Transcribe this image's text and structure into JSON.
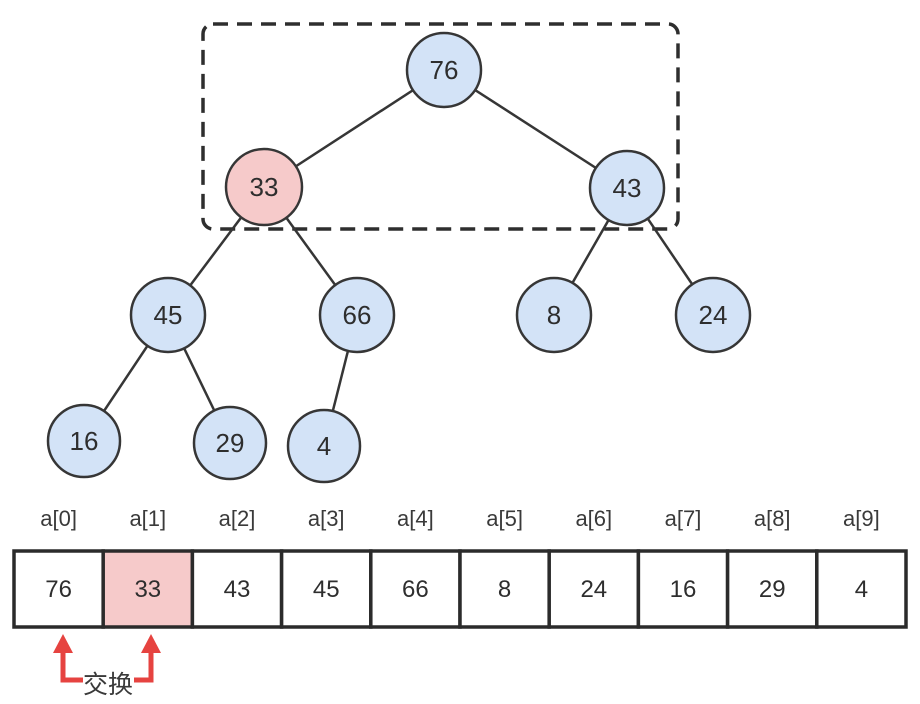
{
  "colors": {
    "node_fill_blue": "#d3e3f7",
    "highlight_pink": "#f6caca",
    "outline_dark": "#363636",
    "cell_border": "#2b2b2b",
    "arrow_red": "#e64340",
    "text_dark": "#2e2e2e"
  },
  "tree": {
    "nodes": [
      {
        "value": "76",
        "highlight": false
      },
      {
        "value": "33",
        "highlight": true
      },
      {
        "value": "43",
        "highlight": false
      },
      {
        "value": "45",
        "highlight": false
      },
      {
        "value": "66",
        "highlight": false
      },
      {
        "value": "8",
        "highlight": false
      },
      {
        "value": "24",
        "highlight": false
      },
      {
        "value": "16",
        "highlight": false
      },
      {
        "value": "29",
        "highlight": false
      },
      {
        "value": "4",
        "highlight": false
      }
    ],
    "edges": [
      [
        "76",
        "33"
      ],
      [
        "76",
        "43"
      ],
      [
        "33",
        "45"
      ],
      [
        "33",
        "66"
      ],
      [
        "43",
        "8"
      ],
      [
        "43",
        "24"
      ],
      [
        "45",
        "16"
      ],
      [
        "45",
        "29"
      ],
      [
        "66",
        "4"
      ]
    ]
  },
  "array": {
    "labels": [
      "a[0]",
      "a[1]",
      "a[2]",
      "a[3]",
      "a[4]",
      "a[5]",
      "a[6]",
      "a[7]",
      "a[8]",
      "a[9]"
    ],
    "values": [
      "76",
      "33",
      "43",
      "45",
      "66",
      "8",
      "24",
      "16",
      "29",
      "4"
    ],
    "highlighted_index": 1
  },
  "annotation": {
    "swap_label": "交换"
  }
}
